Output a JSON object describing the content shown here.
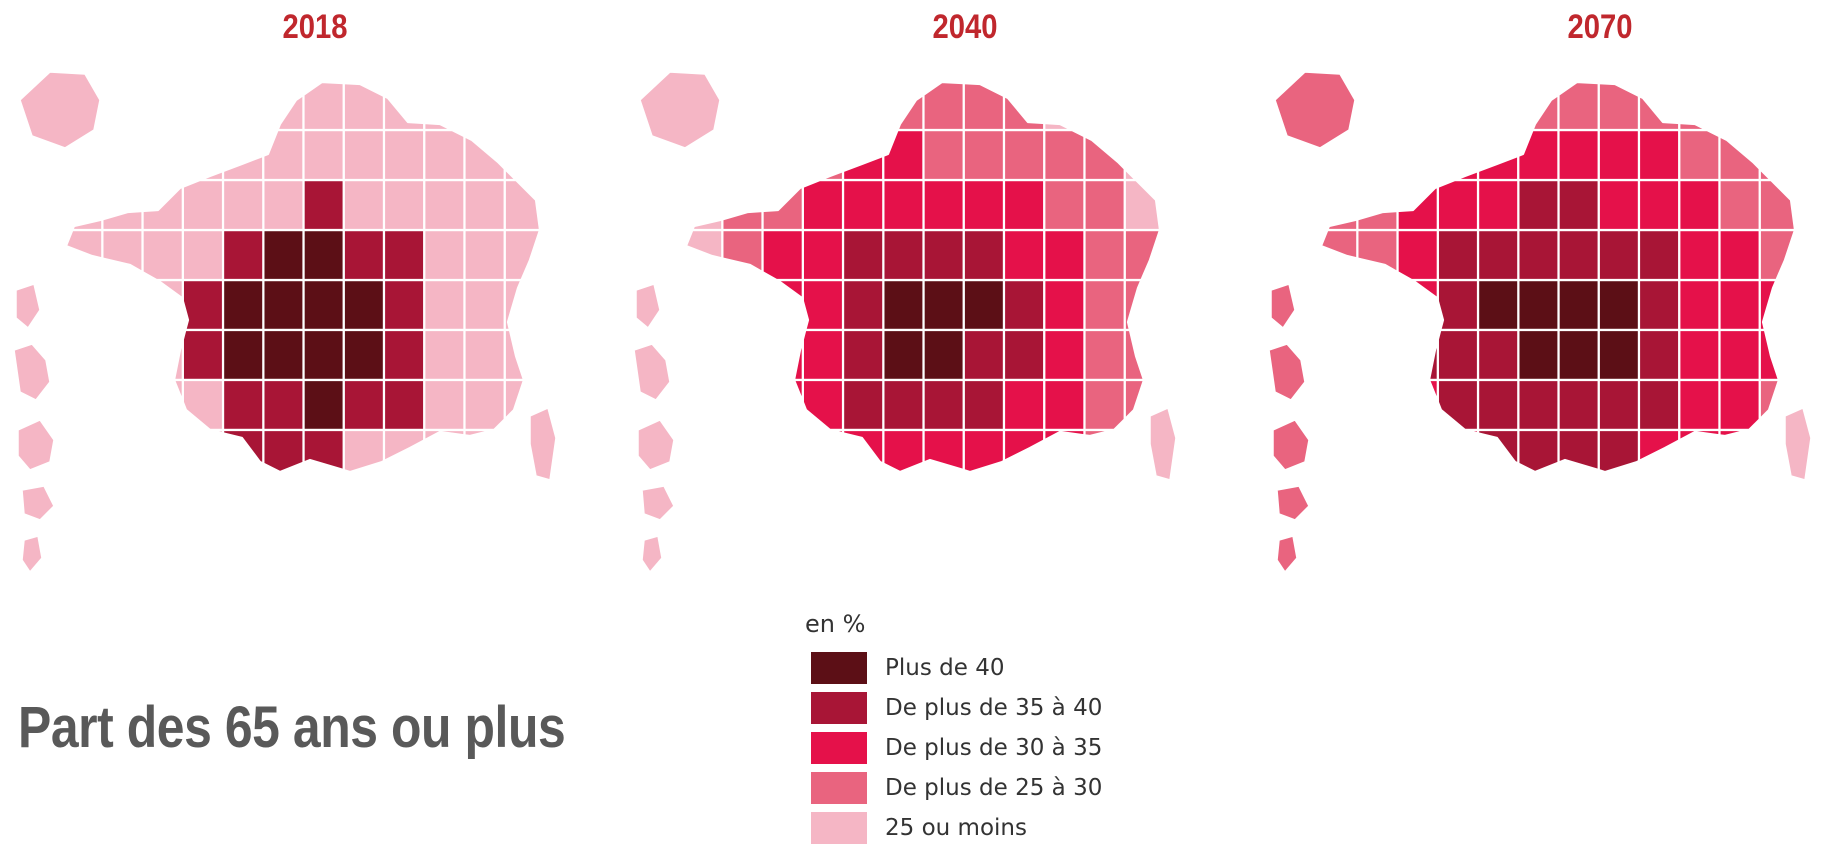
{
  "title": "Part des 65 ans ou plus",
  "maps": [
    {
      "year": "2018",
      "class_counts": {
        "c1": 12,
        "c2": 18,
        "c3": 0,
        "c4": 0,
        "c5": 66
      }
    },
    {
      "year": "2040",
      "class_counts": {
        "c1": 5,
        "c2": 15,
        "c3": 34,
        "c4": 28,
        "c5": 14
      }
    },
    {
      "year": "2070",
      "class_counts": {
        "c1": 8,
        "c2": 27,
        "c3": 34,
        "c4": 25,
        "c5": 2
      }
    }
  ],
  "legend": {
    "unit": "en %",
    "items": [
      {
        "label": "Plus de 40",
        "color": "#5c0f16"
      },
      {
        "label": "De plus de 35 à 40",
        "color": "#a81536"
      },
      {
        "label": "De plus de 30 à 35",
        "color": "#e5114a"
      },
      {
        "label": "De plus de 25 à 30",
        "color": "#e9647f"
      },
      {
        "label": "25 ou moins",
        "color": "#f5b6c5"
      }
    ]
  }
}
